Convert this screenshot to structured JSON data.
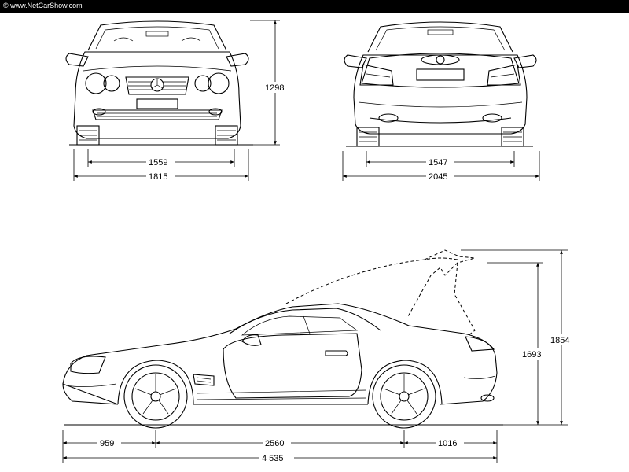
{
  "header": {
    "site": "© www.NetCarShow.com"
  },
  "dimensions": {
    "front_height": "1298",
    "front_track": "1559",
    "front_width": "1815",
    "rear_track": "1547",
    "rear_width_mirrors": "2045",
    "height_roof_open": "1854",
    "height": "1693",
    "front_overhang": "959",
    "wheelbase": "2560",
    "rear_overhang": "1016",
    "length": "4 535"
  },
  "colors": {
    "line": "#000000",
    "background": "#ffffff",
    "topbar": "#000000"
  }
}
